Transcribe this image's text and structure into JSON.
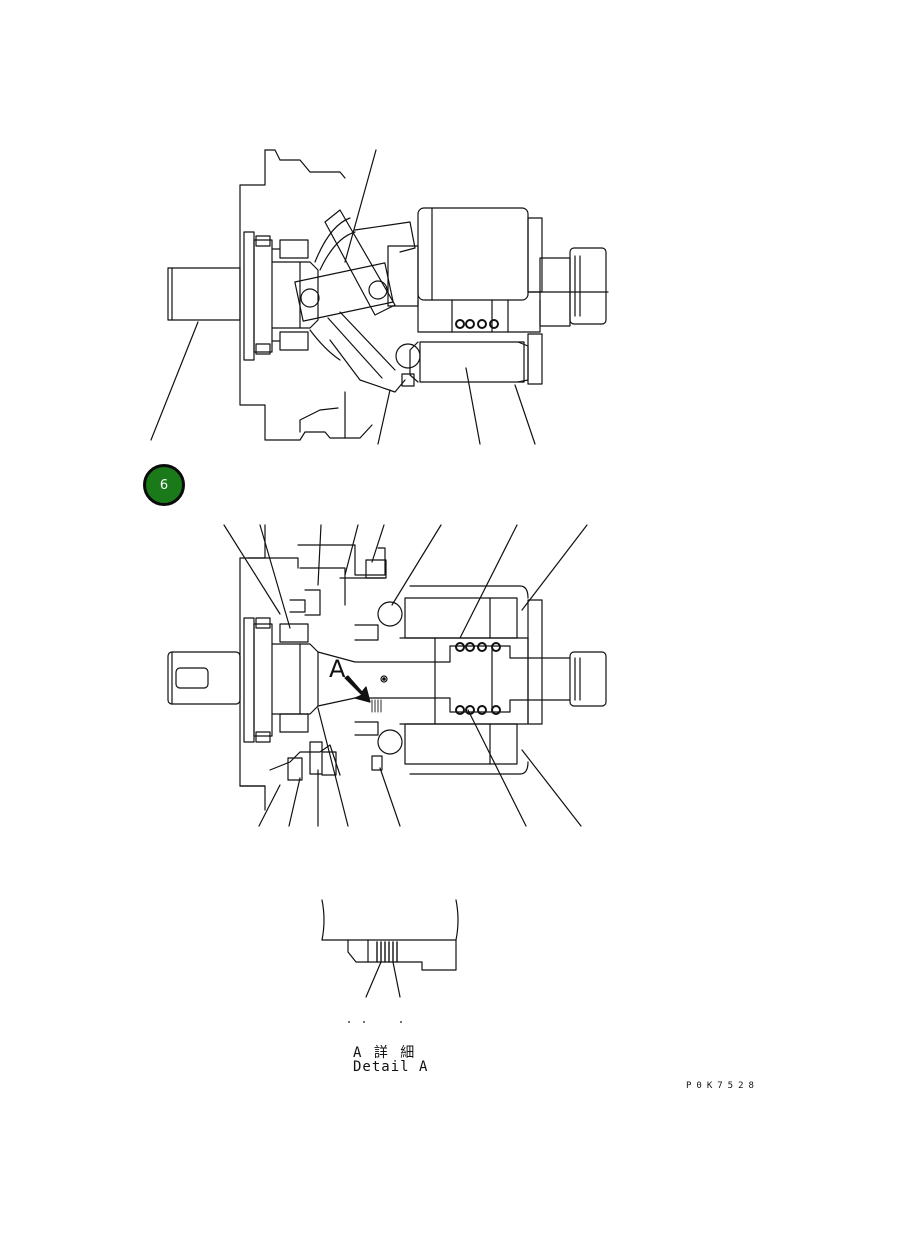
{
  "figure": {
    "callout_number": "6",
    "detail_marker": "A",
    "caption_japanese": "A 詳 細",
    "caption_english": "Detail A",
    "drawing_number": "P0K7528"
  },
  "colors": {
    "line": "#111111",
    "badge_fill": "#1a7a1a",
    "badge_text": "#ffffff",
    "background": "#ffffff"
  },
  "icons": {
    "detail_arrow": "arrow-down-right-icon"
  }
}
